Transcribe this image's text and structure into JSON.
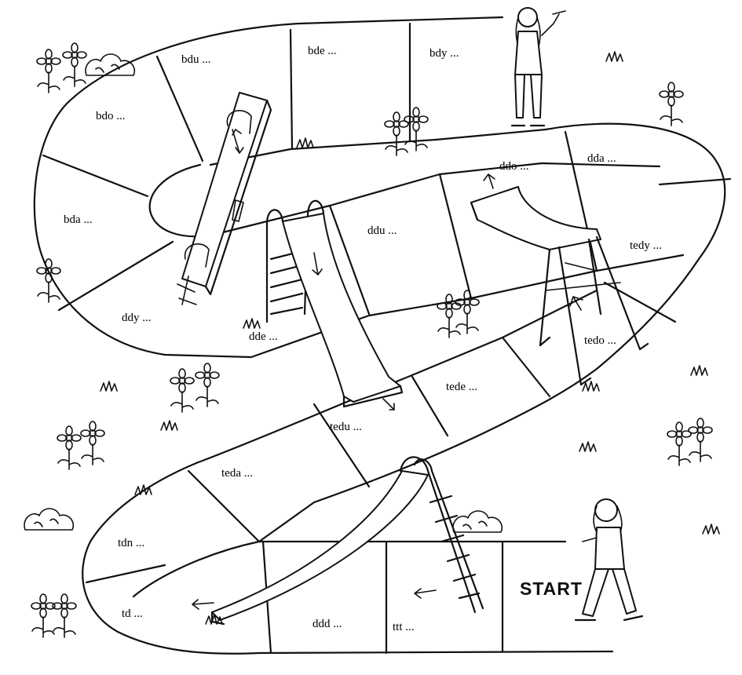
{
  "board": {
    "start_label": "START",
    "spaces": [
      "ttt ...",
      "ddd ...",
      "td ...",
      "tdn ...",
      "teda ...",
      "tedu ...",
      "tede ...",
      "tedo ...",
      "tedy ...",
      "dda ...",
      "ddo ...",
      "ddu ...",
      "dde ...",
      "ddy ...",
      "bda ...",
      "bdo ...",
      "bdu ...",
      "bde ...",
      "bdy ..."
    ]
  },
  "icons": {
    "slide": "slide-icon",
    "seesaw": "seesaw-icon",
    "ramp": "ramp-icon",
    "flower": "flower-icon",
    "bush": "bush-icon",
    "person": "person-icon"
  }
}
